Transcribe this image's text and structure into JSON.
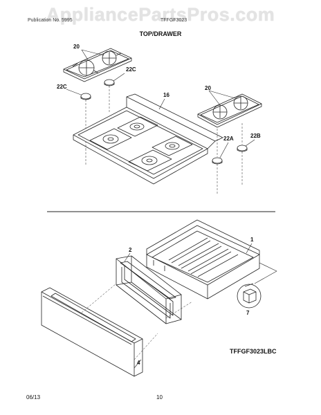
{
  "watermark": "AppliancePartsPros.com",
  "header": {
    "left_text": "Publication No. 5995",
    "model_fragment": "TFFGF3023",
    "title": "TOP/DRAWER"
  },
  "model_number": "TFFGF3023LBC",
  "footer": {
    "date": "06/13",
    "page": "10"
  },
  "callouts": {
    "grate_left": "20",
    "foot_left_a": "22C",
    "foot_left_b": "22C",
    "cooktop": "16",
    "grate_right": "20",
    "foot_right_a": "22A",
    "foot_right_b": "22B",
    "drawer": "1",
    "drawer_liner": "2",
    "drawer_front": "4",
    "roller": "7"
  },
  "colors": {
    "line": "#222222",
    "watermark": "#e3e3e3"
  }
}
